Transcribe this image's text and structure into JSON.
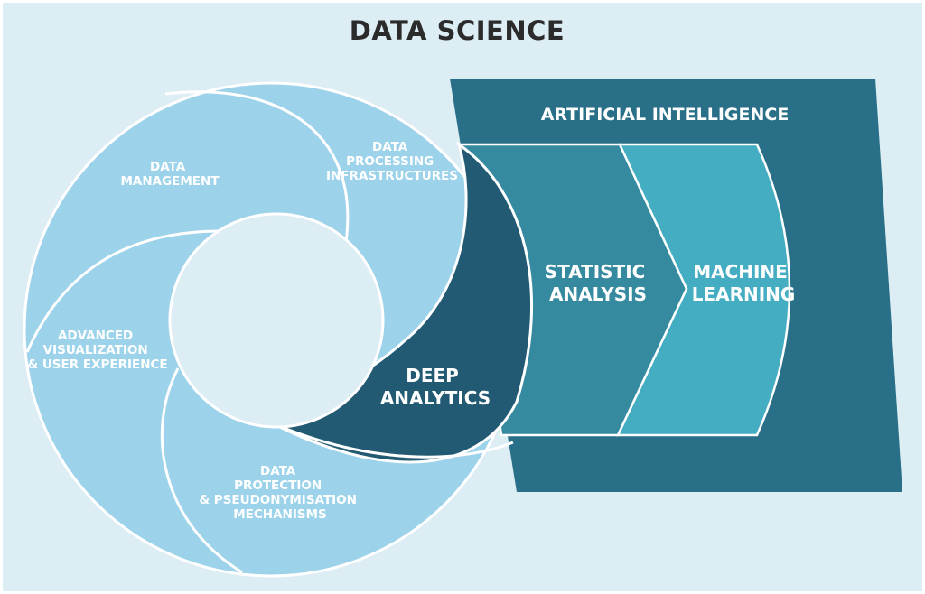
{
  "title": "DATA SCIENCE",
  "ai_banner": {
    "label": "ARTIFICIAL INTELLIGENCE"
  },
  "segments": {
    "data_management": [
      "DATA",
      "MANAGEMENT"
    ],
    "data_processing": [
      "DATA",
      "PROCESSING",
      "INFRASTRUCTURES"
    ],
    "advanced_visualization": [
      "ADVANCED",
      "VISUALIZATION",
      "& USER EXPERIENCE"
    ],
    "data_protection": [
      "DATA",
      "PROTECTION",
      "& PSEUDONYMISATION",
      "MECHANISMS"
    ],
    "deep_analytics": [
      "DEEP",
      "ANALYTICS"
    ]
  },
  "chevrons": {
    "statistic_analysis": [
      "STATISTIC",
      "ANALYSIS"
    ],
    "machine_learning": [
      "MACHINE",
      "LEARNING"
    ]
  },
  "colors": {
    "background": "#dcedf4",
    "segment_light": "#9dd3ea",
    "center": "#dcedf4",
    "deep_analytics": "#215a72",
    "ai_banner": "#286f87",
    "statistic_chevron": "#358aa0",
    "machine_learning_chevron": "#45adc1",
    "outline": "#ffffff",
    "title_text": "#2b2b2b"
  }
}
